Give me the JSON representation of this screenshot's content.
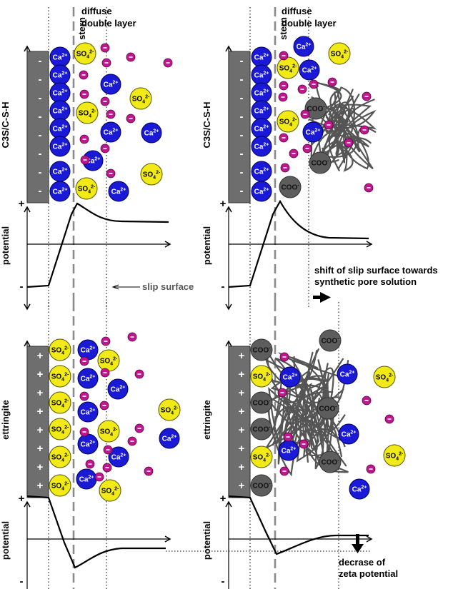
{
  "labels": {
    "stern": "stern",
    "diffuse_line1": "diffuse",
    "diffuse_line2": "double layer",
    "slip_surface": "slip surface",
    "shift_line1": "shift of slip surface towards",
    "shift_line2": "synthetic pore solution",
    "decrease_line1": "decrase of",
    "decrease_line2": "zeta potential",
    "potential": "potential",
    "csh_surface": "C3S/C-S-H",
    "ettringite_surface": "ettringite",
    "plus": "+",
    "minus": "-"
  },
  "ions": {
    "calcium": "Ca2+",
    "sulfate": "SO42-",
    "carboxylate": "COO-",
    "anion_sign": "-"
  },
  "colors": {
    "calcium": "#1a1ad6",
    "sulfate": "#f2ea16",
    "small_anion": "#c0168e",
    "carboxylate": "#5d5d5d",
    "surface": "#6e6e6e",
    "polymer": "#555555",
    "dash_line": "#8a8a8a"
  }
}
